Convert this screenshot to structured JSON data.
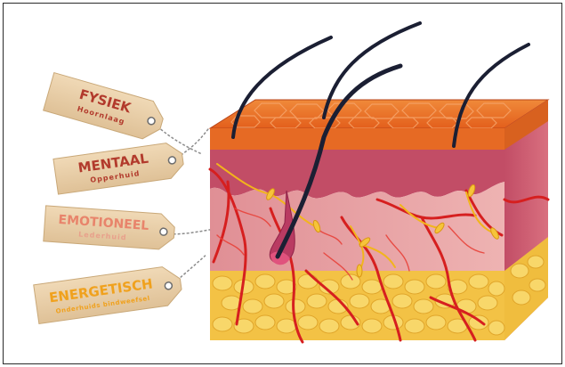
{
  "tags": [
    {
      "title": "FYSIEK",
      "subtitle": "Hoornlaag",
      "title_color": "#b23a2c",
      "subtitle_color": "#b23a2c"
    },
    {
      "title": "MENTAAL",
      "subtitle": "Opperhuid",
      "title_color": "#b23a2c",
      "subtitle_color": "#b23a2c"
    },
    {
      "title": "EMOTIONEEL",
      "subtitle": "Lederhuid",
      "title_color": "#e8846b",
      "subtitle_color": "#e8a08b"
    },
    {
      "title": "ENERGETISCH",
      "subtitle": "Onderhuids bindweefsel",
      "title_color": "#f0a11d",
      "subtitle_color": "#f0a11d"
    }
  ],
  "colors": {
    "tag_paper": "#e9cfa8",
    "stratum_corneum": "#e8772a",
    "epidermis": "#c9536a",
    "dermis": "#e9a1a4",
    "subcutis_fat": "#f5c84a",
    "vessel": "#d61f1f",
    "nerve": "#f2b51c",
    "hair": "#1b1f33"
  }
}
